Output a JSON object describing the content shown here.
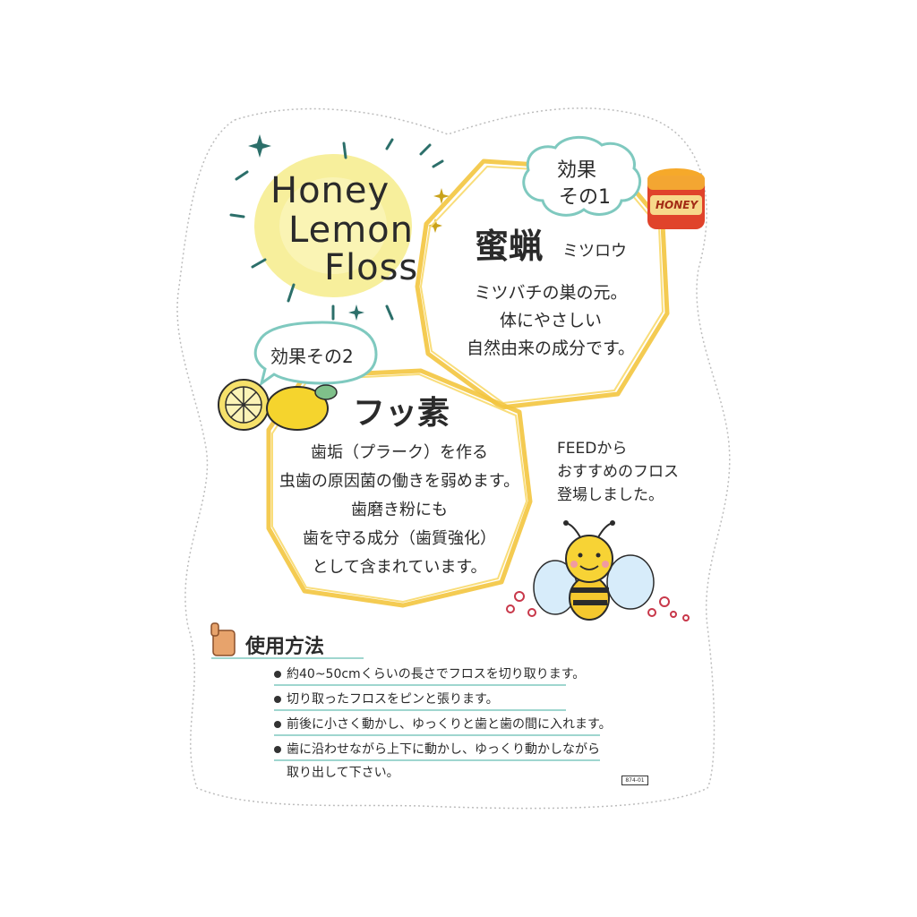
{
  "title": {
    "line1": "Honey",
    "line2": "Lemon",
    "line3": "Floss"
  },
  "effect1": {
    "badge_line1": "効果",
    "badge_line2": "その1",
    "name": "蜜蝋",
    "reading": "ミツロウ",
    "desc": [
      "ミツバチの巣の元。",
      "体にやさしい",
      "自然由来の成分です。"
    ]
  },
  "effect2": {
    "badge": "効果その2",
    "name": "フッ素",
    "desc": [
      "歯垢（プラーク）を作る",
      "虫歯の原因菌の働きを弱めます。",
      "歯磨き粉にも",
      "歯を守る成分（歯質強化）",
      "として含まれています。"
    ]
  },
  "honey_jar_label": "HONEY",
  "feed_note": [
    "FEEDから",
    "おすすめのフロス",
    "登場しました。"
  ],
  "usage": {
    "title": "使用方法",
    "items": [
      "約40~50cmくらいの長さでフロスを切り取ります。",
      "切り取ったフロスをピンと張ります。",
      "前後に小さく動かし、ゆっくりと歯と歯の間に入れます。",
      "歯に沿わせながら上下に動かし、ゆっくり動かしながら"
    ],
    "item4_cont": "取り出して下さい。"
  },
  "code": "874-01",
  "colors": {
    "yellow": "#f7e98a",
    "orange": "#f3b72f",
    "teal": "#7fc9bf",
    "jar_red": "#e0432b"
  }
}
